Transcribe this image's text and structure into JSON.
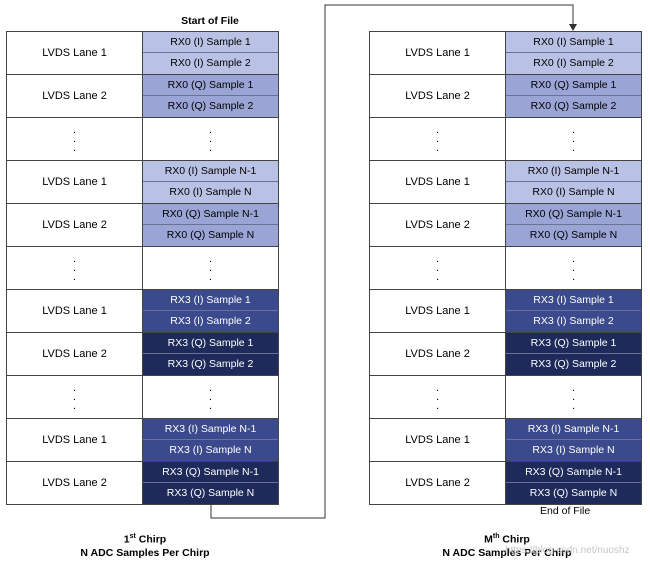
{
  "left": {
    "header": "Start of File",
    "caption_ordinal": "1",
    "caption_suffix": "st",
    "caption_word": "Chirp",
    "caption_line2": "N ADC Samples Per Chirp"
  },
  "right": {
    "footer": "End of File",
    "caption_ordinal": "M",
    "caption_suffix": "th",
    "caption_word": "Chirp",
    "caption_line2": "N ADC Samples Per Chirp"
  },
  "dots": ".\n.\n.",
  "watermark": "https://blog.csdn.net/nuoshz",
  "rows": [
    {
      "lane": "LVDS Lane 1",
      "cells": [
        {
          "text": "RX0 (I) Sample 1",
          "style": "c-i-light"
        },
        {
          "text": "RX0 (I) Sample 2",
          "style": "c-i-light"
        }
      ]
    },
    {
      "lane": "LVDS Lane 2",
      "cells": [
        {
          "text": "RX0 (Q) Sample 1",
          "style": "c-q-light"
        },
        {
          "text": "RX0 (Q) Sample 2",
          "style": "c-q-light"
        }
      ]
    },
    {
      "dots": true
    },
    {
      "lane": "LVDS Lane 1",
      "cells": [
        {
          "text": "RX0 (I) Sample N-1",
          "style": "c-i-light"
        },
        {
          "text": "RX0 (I) Sample N",
          "style": "c-i-light"
        }
      ]
    },
    {
      "lane": "LVDS Lane 2",
      "cells": [
        {
          "text": "RX0 (Q) Sample N-1",
          "style": "c-q-light"
        },
        {
          "text": "RX0 (Q) Sample N",
          "style": "c-q-light"
        }
      ]
    },
    {
      "dots": true
    },
    {
      "lane": "LVDS Lane 1",
      "cells": [
        {
          "text": "RX3 (I) Sample 1",
          "style": "c-i-dark"
        },
        {
          "text": "RX3 (I) Sample 2",
          "style": "c-i-dark"
        }
      ]
    },
    {
      "lane": "LVDS Lane 2",
      "cells": [
        {
          "text": "RX3 (Q) Sample 1",
          "style": "c-q-dark"
        },
        {
          "text": "RX3 (Q) Sample 2",
          "style": "c-q-dark"
        }
      ]
    },
    {
      "dots": true
    },
    {
      "lane": "LVDS Lane 1",
      "cells": [
        {
          "text": "RX3 (I) Sample N-1",
          "style": "c-i-dark"
        },
        {
          "text": "RX3 (I) Sample N",
          "style": "c-i-dark"
        }
      ]
    },
    {
      "lane": "LVDS Lane 2",
      "cells": [
        {
          "text": "RX3 (Q) Sample N-1",
          "style": "c-q-dark"
        },
        {
          "text": "RX3 (Q) Sample N",
          "style": "c-q-dark"
        }
      ]
    }
  ]
}
